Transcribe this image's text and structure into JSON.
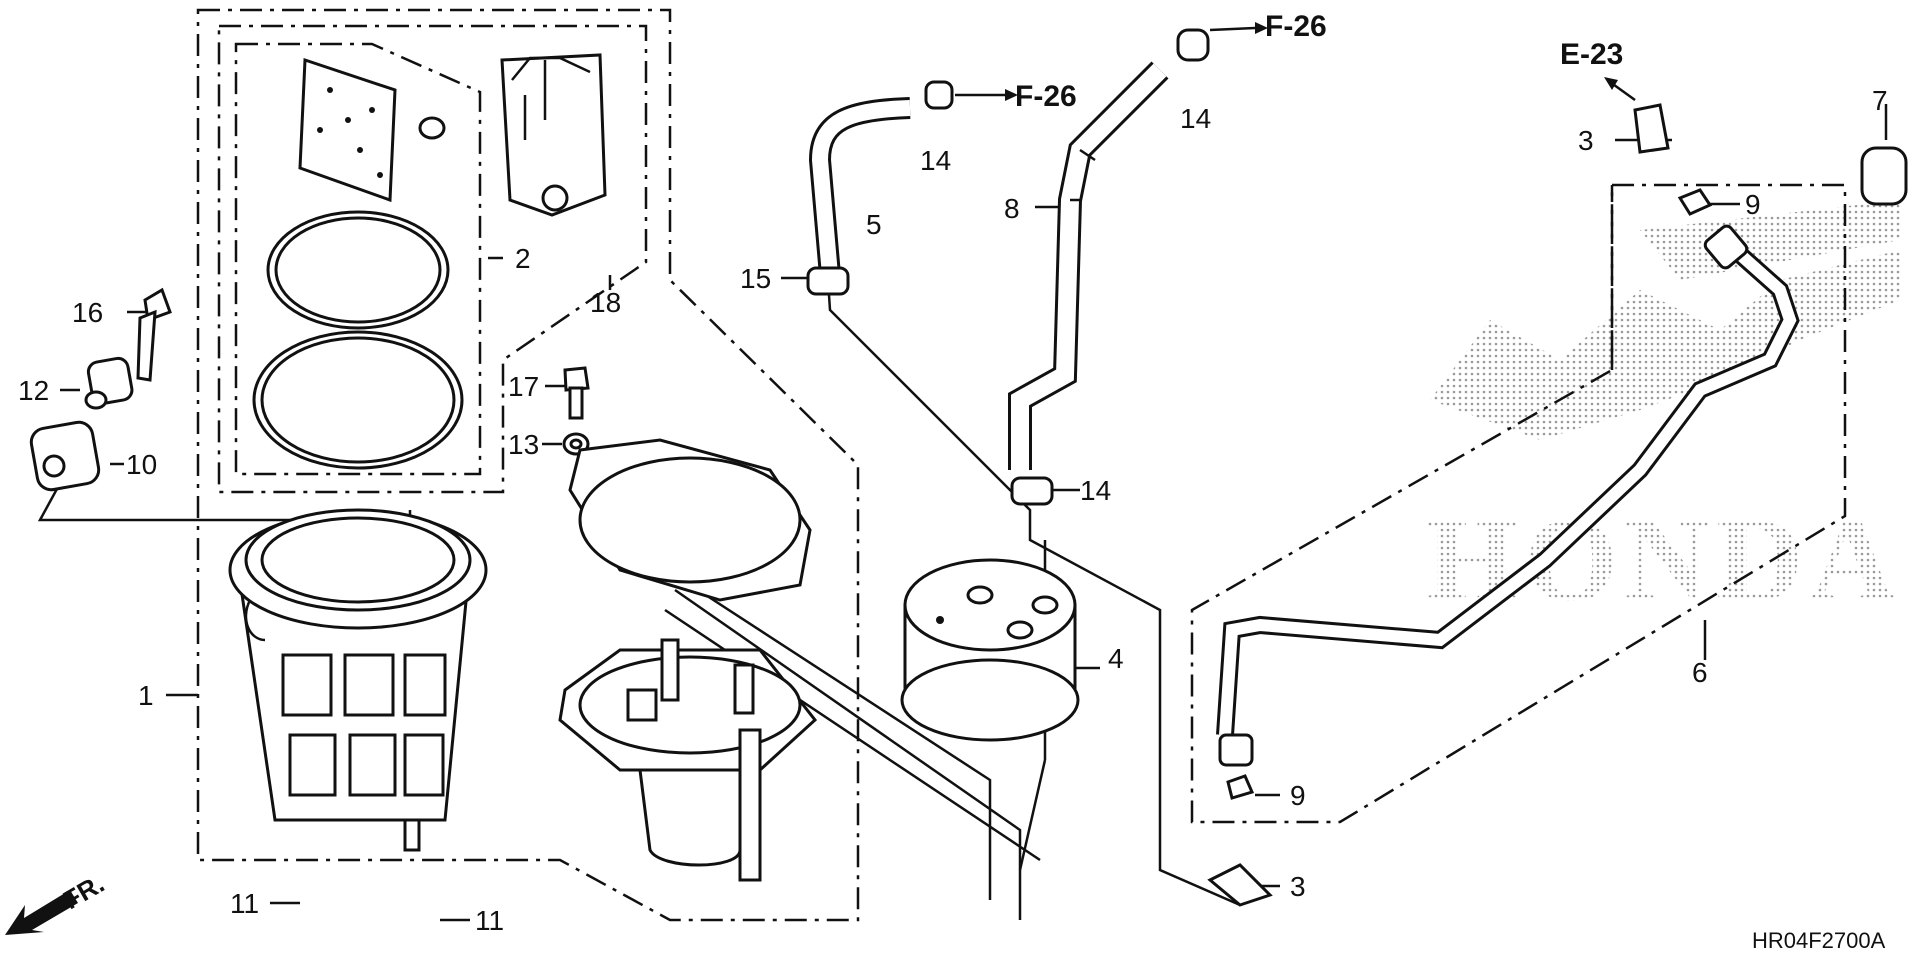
{
  "diagram": {
    "code": "HR04F2700A",
    "front_label": "FR.",
    "watermark": "HONDA",
    "callouts": {
      "c1": "1",
      "c2": "2",
      "c3a": "3",
      "c3b": "3",
      "c4": "4",
      "c5": "5",
      "c6": "6",
      "c7": "7",
      "c8": "8",
      "c9a": "9",
      "c9b": "9",
      "c10": "10",
      "c11a": "11",
      "c11b": "11",
      "c12": "12",
      "c13": "13",
      "c14a": "14",
      "c14b": "14",
      "c14c": "14",
      "c15": "15",
      "c16": "16",
      "c17": "17",
      "c18": "18"
    },
    "refs": {
      "f26a": "F-26",
      "f26b": "F-26",
      "e23": "E-23"
    }
  }
}
